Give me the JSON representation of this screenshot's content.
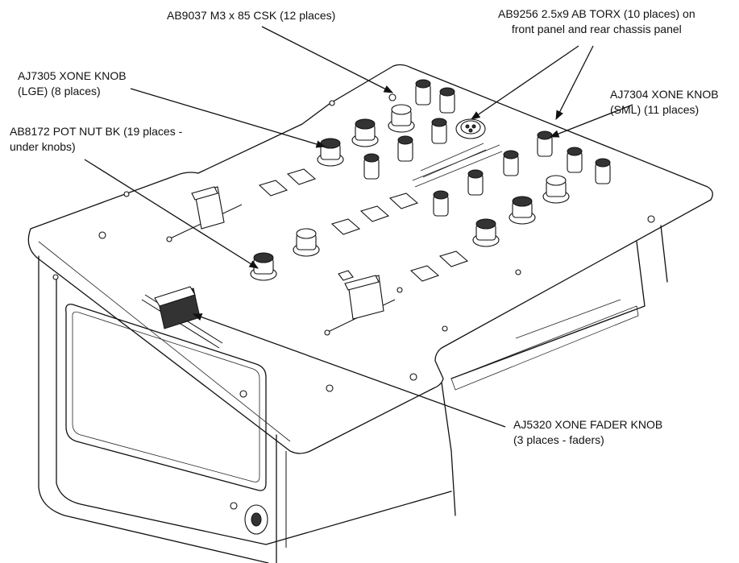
{
  "callouts": {
    "ab9037": {
      "line1": "AB9037 M3 x 85 CSK (12 places)"
    },
    "ab9256": {
      "line1": "AB9256 2.5x9  AB TORX (10 places) on",
      "line2": "front panel and rear chassis panel"
    },
    "aj7305": {
      "line1": "AJ7305 XONE KNOB",
      "line2": "(LGE) (8 places)"
    },
    "ab8172": {
      "line1": "AB8172 POT NUT BK (19 places -",
      "line2": "under knobs)"
    },
    "aj7304": {
      "line1": "AJ7304 XONE KNOB",
      "line2": "(SML) (11 places)"
    },
    "aj5320": {
      "line1": "AJ5320 XONE FADER KNOB",
      "line2": "(3 places - faders)"
    }
  },
  "colors": {
    "line": "#111111",
    "background": "#ffffff"
  }
}
